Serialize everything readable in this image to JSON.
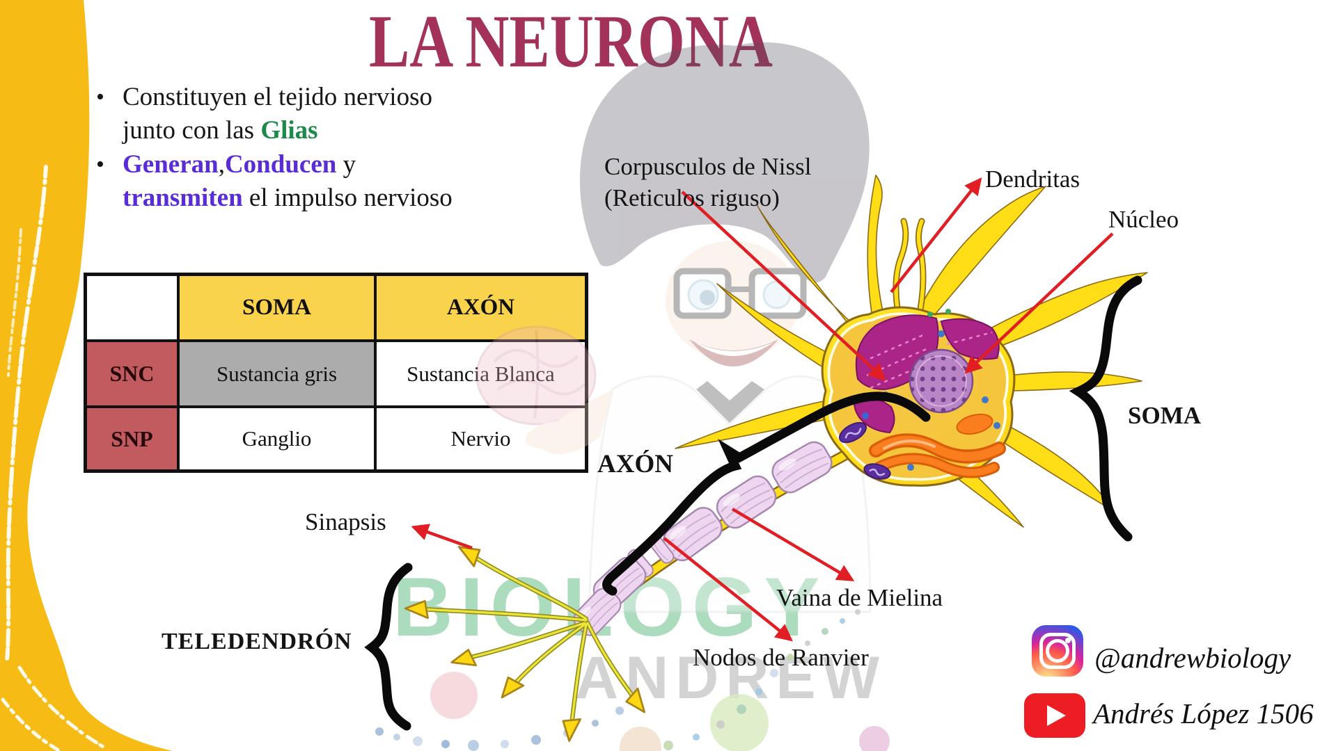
{
  "title": "LA NEURONA",
  "bullets": {
    "b1_line1": "Constituyen el tejido nervioso",
    "b1_line2": "junto con las",
    "b1_highlight": "Glias",
    "b2_w1": "Generan",
    "b2_sep": ",",
    "b2_w2": "Conducen",
    "b2_mid": "y",
    "b2_w3": "transmiten",
    "b2_rest": "el impulso nervioso"
  },
  "table": {
    "col_headers": [
      "SOMA",
      "AXÓN"
    ],
    "rows": [
      {
        "header": "SNC",
        "cells": [
          "Sustancia gris",
          "Sustancia Blanca"
        ]
      },
      {
        "header": "SNP",
        "cells": [
          "Ganglio",
          "Nervio"
        ]
      }
    ]
  },
  "labels": {
    "corpusculos_line1": "Corpusculos de Nissl",
    "corpusculos_line2": "(Reticulos riguso)",
    "dendritas": "Dendritas",
    "nucleo": "Núcleo",
    "soma": "SOMA",
    "axon": "AXÓN",
    "vaina": "Vaina de Mielina",
    "nodos": "Nodos de Ranvier",
    "sinapsis": "Sinapsis",
    "teledendron": "TELEDENDRÓN"
  },
  "watermark": {
    "brand_line1": "BIOLOGY",
    "brand_line2": "ANDREW"
  },
  "social": {
    "instagram_handle": "@andrewbiology",
    "youtube_handle": "Andrés López 1506"
  },
  "colors": {
    "title": "#A3325A",
    "accent_green": "#1B8A4A",
    "accent_purple": "#5A2CD8",
    "band_yellow": "#F6BC15",
    "table_header_yellow": "#FAD34C",
    "table_row_red": "#C25B5F",
    "table_gray": "#ACACAC",
    "arrow_red": "#E01E24",
    "youtube_red": "#ED1D24",
    "brand_green": "#9CD6B2"
  }
}
